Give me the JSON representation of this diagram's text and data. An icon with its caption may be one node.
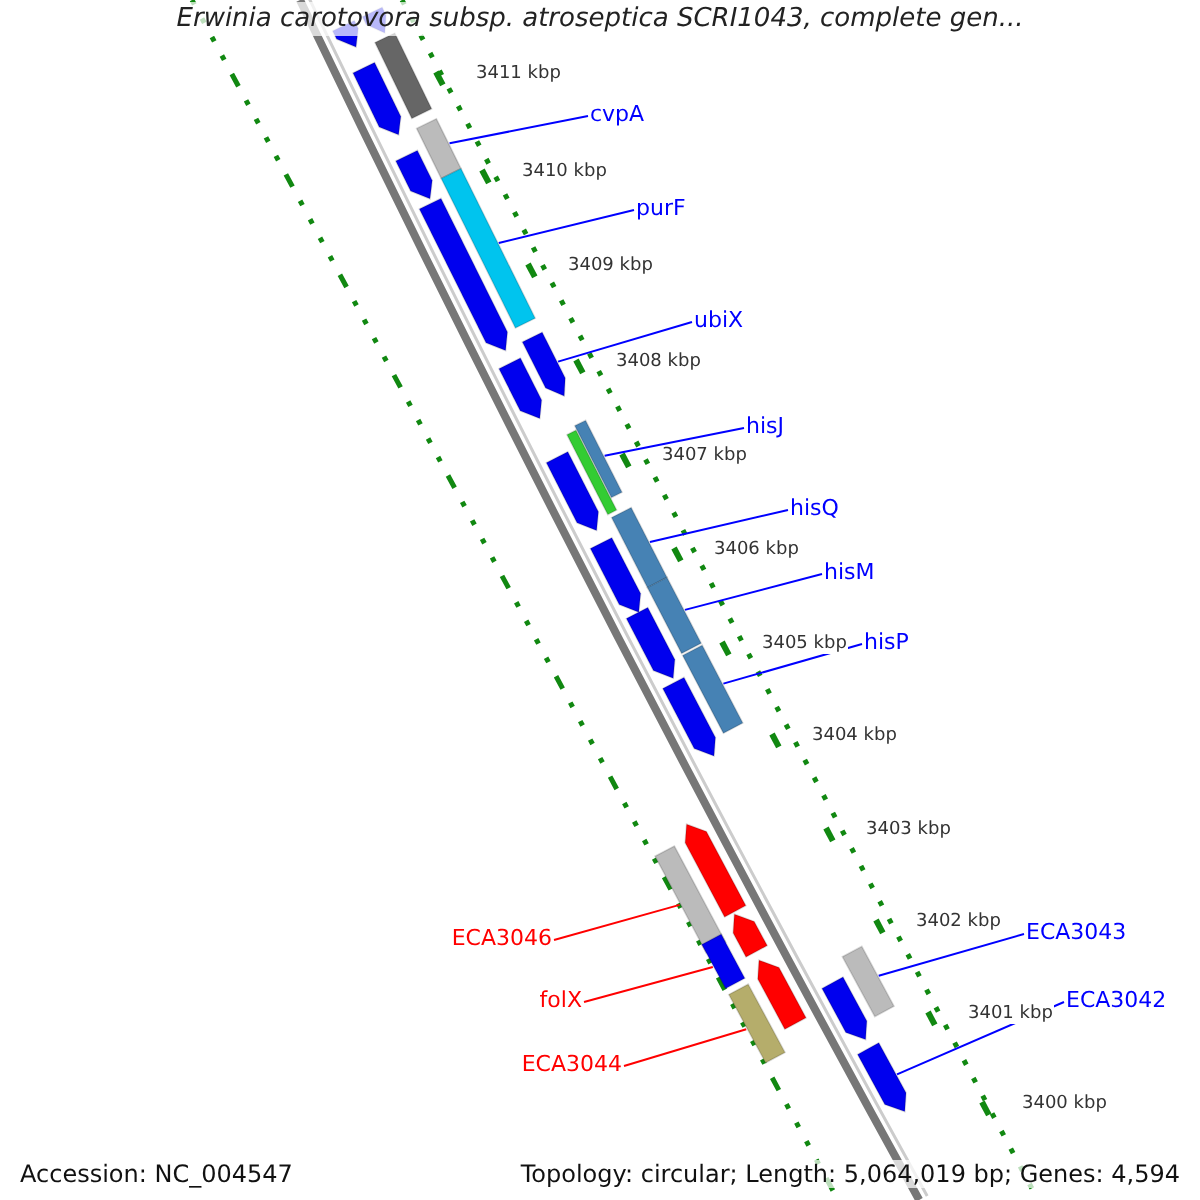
{
  "diagram": {
    "title": "Erwinia carotovora subsp. atroseptica SCRI1043, complete gen...",
    "nodes": [
      {
        "text": [
          "cvpA"
        ]
      },
      {
        "text": [
          "purF"
        ]
      },
      {
        "text": [
          "ubiX"
        ]
      },
      {
        "text": [
          "hisJ"
        ]
      },
      {
        "text": [
          "hisQ"
        ]
      },
      {
        "text": [
          "hisM"
        ]
      },
      {
        "text": [
          "hisP"
        ]
      },
      {
        "text": [
          "ECA3046"
        ]
      },
      {
        "text": [
          "folX"
        ]
      },
      {
        "text": [
          "ECA3044"
        ]
      },
      {
        "text": [
          "ECA3043"
        ]
      },
      {
        "text": [
          "ECA3042"
        ]
      },
      {
        "text": [],
        "shape": "arrow"
      },
      {
        "text": [],
        "shape": "arrow"
      },
      {
        "text": [],
        "shape": "bar"
      },
      {
        "text": [],
        "shape": "arrow"
      },
      {
        "text": [],
        "shape": "bar"
      },
      {
        "text": [],
        "shape": "arrow"
      },
      {
        "text": [],
        "shape": "bar"
      },
      {
        "text": [],
        "shape": "arrow"
      },
      {
        "text": [],
        "shape": "arrow"
      },
      {
        "text": [],
        "shape": "arrow"
      },
      {
        "text": [],
        "shape": "bar"
      },
      {
        "text": [],
        "shape": "bar"
      },
      {
        "text": [],
        "shape": "arrow"
      },
      {
        "text": [],
        "shape": "bar"
      },
      {
        "text": [],
        "shape": "arrow"
      },
      {
        "text": [],
        "shape": "bar"
      },
      {
        "text": [],
        "shape": "arrow"
      },
      {
        "text": [],
        "shape": "bar"
      },
      {
        "text": [],
        "shape": "arrow"
      },
      {
        "text": [],
        "shape": "arrow"
      },
      {
        "text": [],
        "shape": "bar"
      },
      {
        "text": [],
        "shape": "arrow"
      },
      {
        "text": [],
        "shape": "bar"
      },
      {
        "text": [],
        "shape": "arrow"
      },
      {
        "text": [],
        "shape": "bar"
      },
      {
        "text": [],
        "shape": "bar"
      },
      {
        "text": [],
        "shape": "arrow"
      },
      {
        "text": [],
        "shape": "arrow"
      }
    ],
    "edges": [
      {
        "from": 0,
        "to": 16,
        "arrow": "none"
      },
      {
        "from": 1,
        "to": 18,
        "arrow": "none"
      },
      {
        "from": 2,
        "to": 20,
        "arrow": "none"
      },
      {
        "from": 3,
        "to": 22,
        "arrow": "none"
      },
      {
        "from": 4,
        "to": 25,
        "arrow": "none"
      },
      {
        "from": 5,
        "to": 27,
        "arrow": "none"
      },
      {
        "from": 6,
        "to": 29,
        "arrow": "none"
      },
      {
        "from": 7,
        "to": 32,
        "arrow": "none",
        "color": "#ff0000"
      },
      {
        "from": 8,
        "to": 34,
        "arrow": "none",
        "color": "#ff0000"
      },
      {
        "from": 9,
        "to": 36,
        "arrow": "none",
        "color": "#ff0000"
      },
      {
        "from": 10,
        "to": 37,
        "arrow": "none"
      },
      {
        "from": 11,
        "to": 39,
        "arrow": "none"
      }
    ],
    "labels": [
      "3411 kbp",
      "3410 kbp",
      "3409 kbp",
      "3408 kbp",
      "3407 kbp",
      "3406 kbp",
      "3405 kbp",
      "3404 kbp",
      "3403 kbp",
      "3402 kbp",
      "3401 kbp",
      "3400 kbp",
      "Accession: NC_004547",
      "Topology: circular; Length: 5,064,019 bp; Genes: 4,594"
    ]
  }
}
